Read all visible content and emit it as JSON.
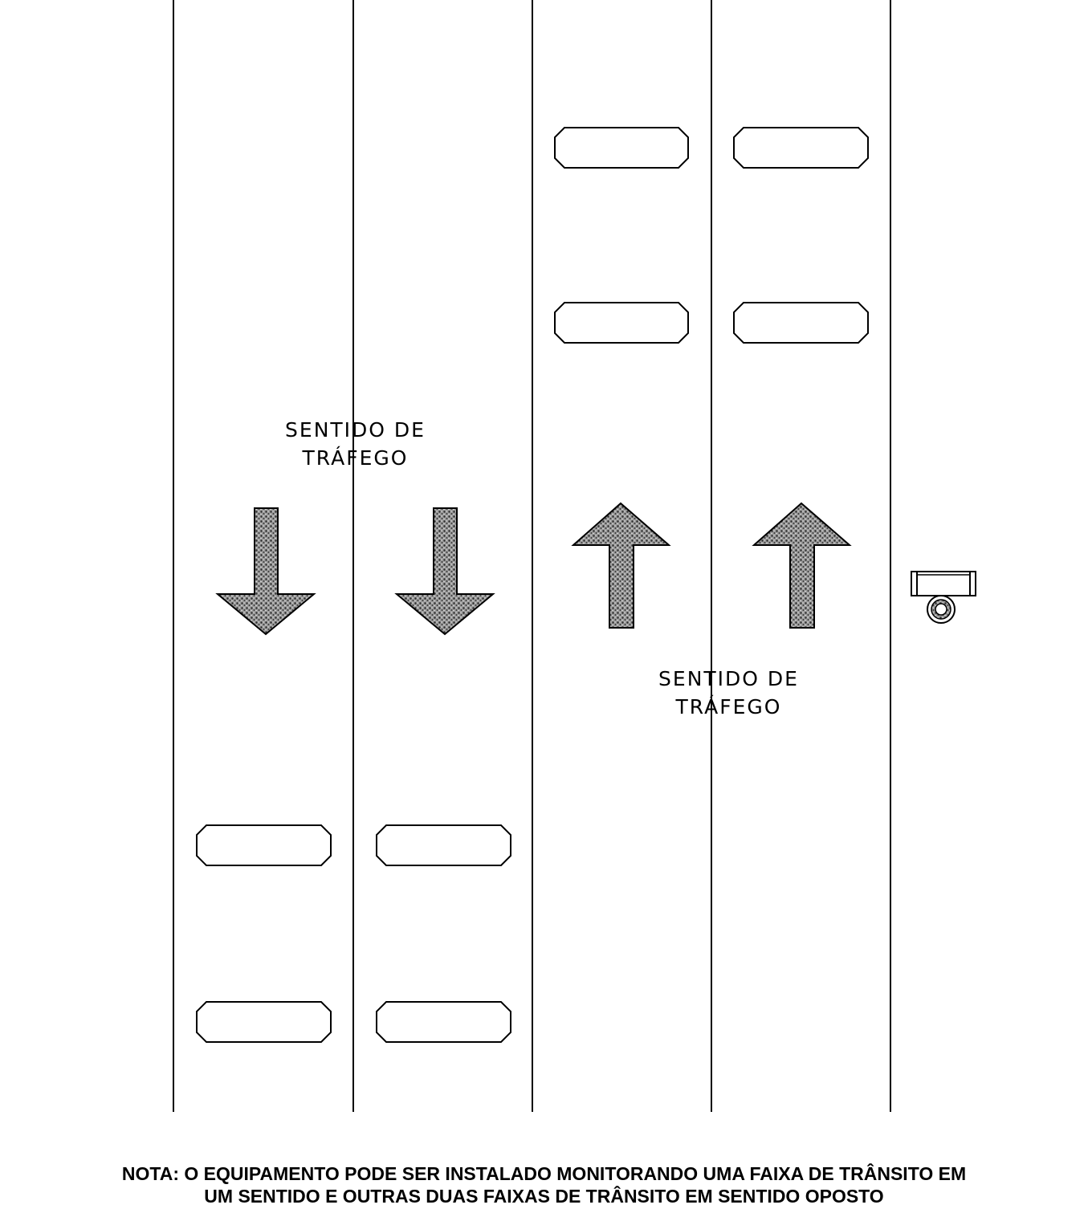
{
  "traffic_labels": {
    "left": {
      "line1": "SENTIDO  DE",
      "line2": "TRÁFEGO"
    },
    "right": {
      "line1": "SENTIDO  DE",
      "line2": "TRÁFEGO"
    }
  },
  "note": {
    "line1": "NOTA: O EQUIPAMENTO PODE SER INSTALADO MONITORANDO UMA FAIXA  DE TRÂNSITO EM",
    "line2": "UM SENTIDO E OUTRAS DUAS FAIXAS DE TRÂNSITO  EM SENTIDO OPOSTO"
  },
  "lanes": [
    {
      "direction": "down"
    },
    {
      "direction": "down"
    },
    {
      "direction": "up"
    },
    {
      "direction": "up"
    }
  ],
  "colors": {
    "line": "#000000",
    "arrow_fill": "#7a7a7a"
  }
}
